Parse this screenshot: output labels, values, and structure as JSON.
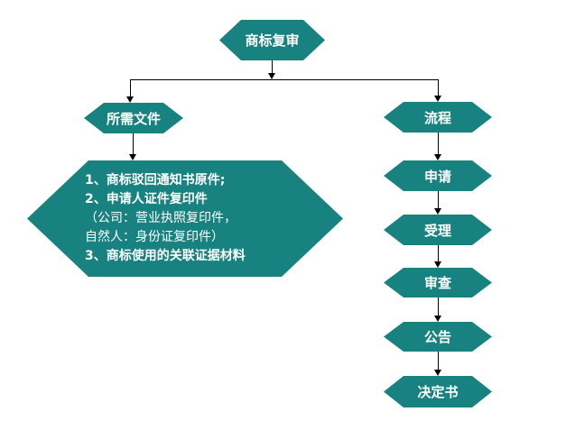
{
  "colors": {
    "node_fill": "#17827F",
    "node_text": "#FFFFFF",
    "connector": "#000000",
    "background": "#FFFFFF"
  },
  "flowchart": {
    "root": {
      "label": "商标复审"
    },
    "documents_branch": {
      "label": "所需文件",
      "detail_lines": [
        {
          "text": "1、商标驳回通知书原件;",
          "emphasis": "bold"
        },
        {
          "text": "2、申请人证件复印件",
          "emphasis": "bold"
        },
        {
          "text": "（公司：营业执照复印件，",
          "emphasis": "normal"
        },
        {
          "text": "自然人：身份证复印件）",
          "emphasis": "normal"
        },
        {
          "text": "3、商标使用的关联证据材料",
          "emphasis": "bold"
        }
      ]
    },
    "process_branch": {
      "label": "流程",
      "steps": [
        "申请",
        "受理",
        "审查",
        "公告",
        "决定书"
      ]
    }
  }
}
